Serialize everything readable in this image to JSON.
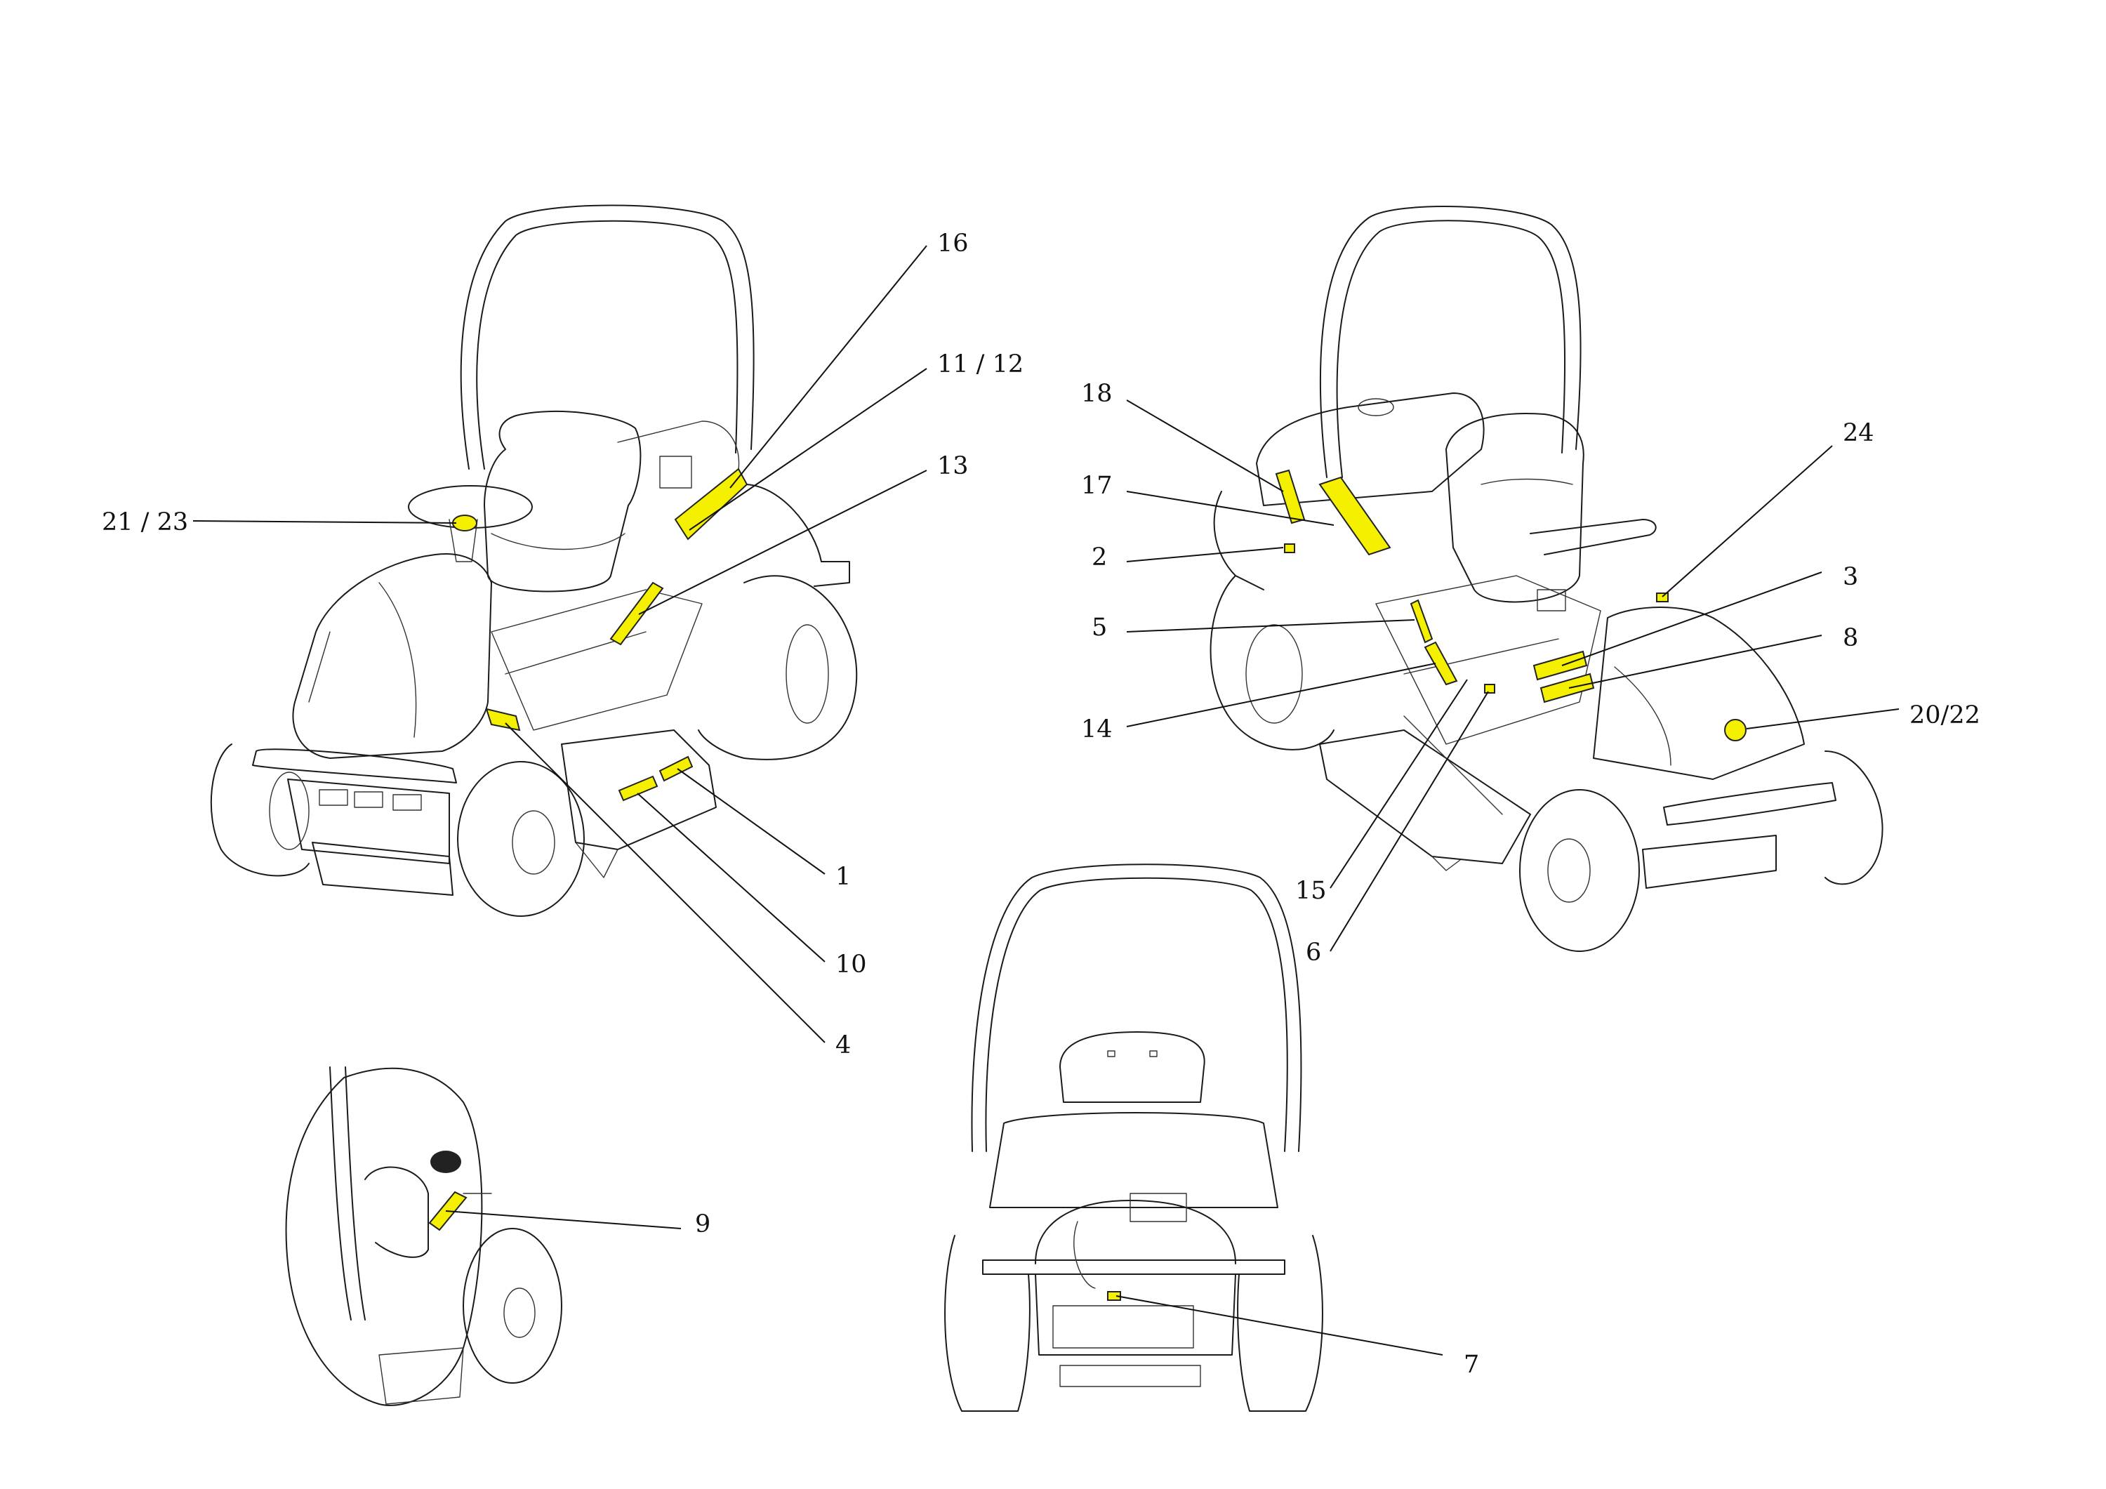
{
  "colors": {
    "decal": "#f5f000",
    "line": "#1a1a1a",
    "background": "#ffffff"
  },
  "callouts": {
    "c1": "1",
    "c2": "2",
    "c3": "3",
    "c4": "4",
    "c5": "5",
    "c6": "6",
    "c7": "7",
    "c8": "8",
    "c9": "9",
    "c10": "10",
    "c11_12": "11 / 12",
    "c13": "13",
    "c14": "14",
    "c15": "15",
    "c16": "16",
    "c17": "17",
    "c18": "18",
    "c20_22": "20/22",
    "c21_23": "21 / 23",
    "c24": "24"
  }
}
